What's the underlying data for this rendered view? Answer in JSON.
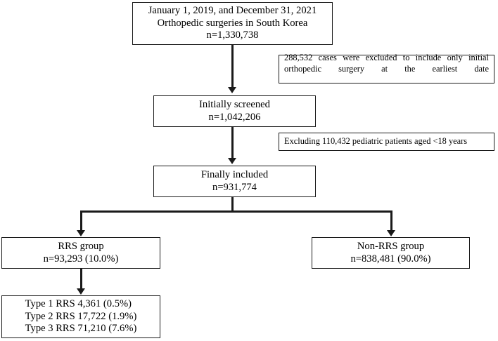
{
  "figure": {
    "type": "flowchart",
    "orientation": "top-down",
    "nodes": {
      "cohort_source": {
        "lines": [
          "January 1, 2019, and December 31, 2021",
          "Orthopedic surgeries in South Korea",
          "n=1,330,738"
        ]
      },
      "initially_screened": {
        "lines": [
          "Initially screened",
          "n=1,042,206"
        ]
      },
      "finally_included": {
        "lines": [
          "Finally included",
          "n=931,774"
        ]
      },
      "rrs_group": {
        "lines": [
          "RRS group",
          "n=93,293 (10.0%)"
        ]
      },
      "non_rrs_group": {
        "lines": [
          "Non-RRS group",
          "n=838,481 (90.0%)"
        ]
      },
      "rrs_types": {
        "lines": [
          "Type 1 RRS 4,361 (0.5%)",
          "Type 2 RRS 17,722 (1.9%)",
          "Type 3 RRS 71,210 (7.6%)"
        ]
      }
    },
    "exclusion_notes": {
      "note_1": {
        "text": "288,532 cases were excluded to include only initial orthopedic surgery at the earliest date"
      },
      "note_2": {
        "text": "Excluding 110,432 pediatric patients aged <18 years"
      }
    },
    "colors": {
      "stroke": "#1a1a1a",
      "background": "#ffffff",
      "text": "#000000"
    }
  }
}
